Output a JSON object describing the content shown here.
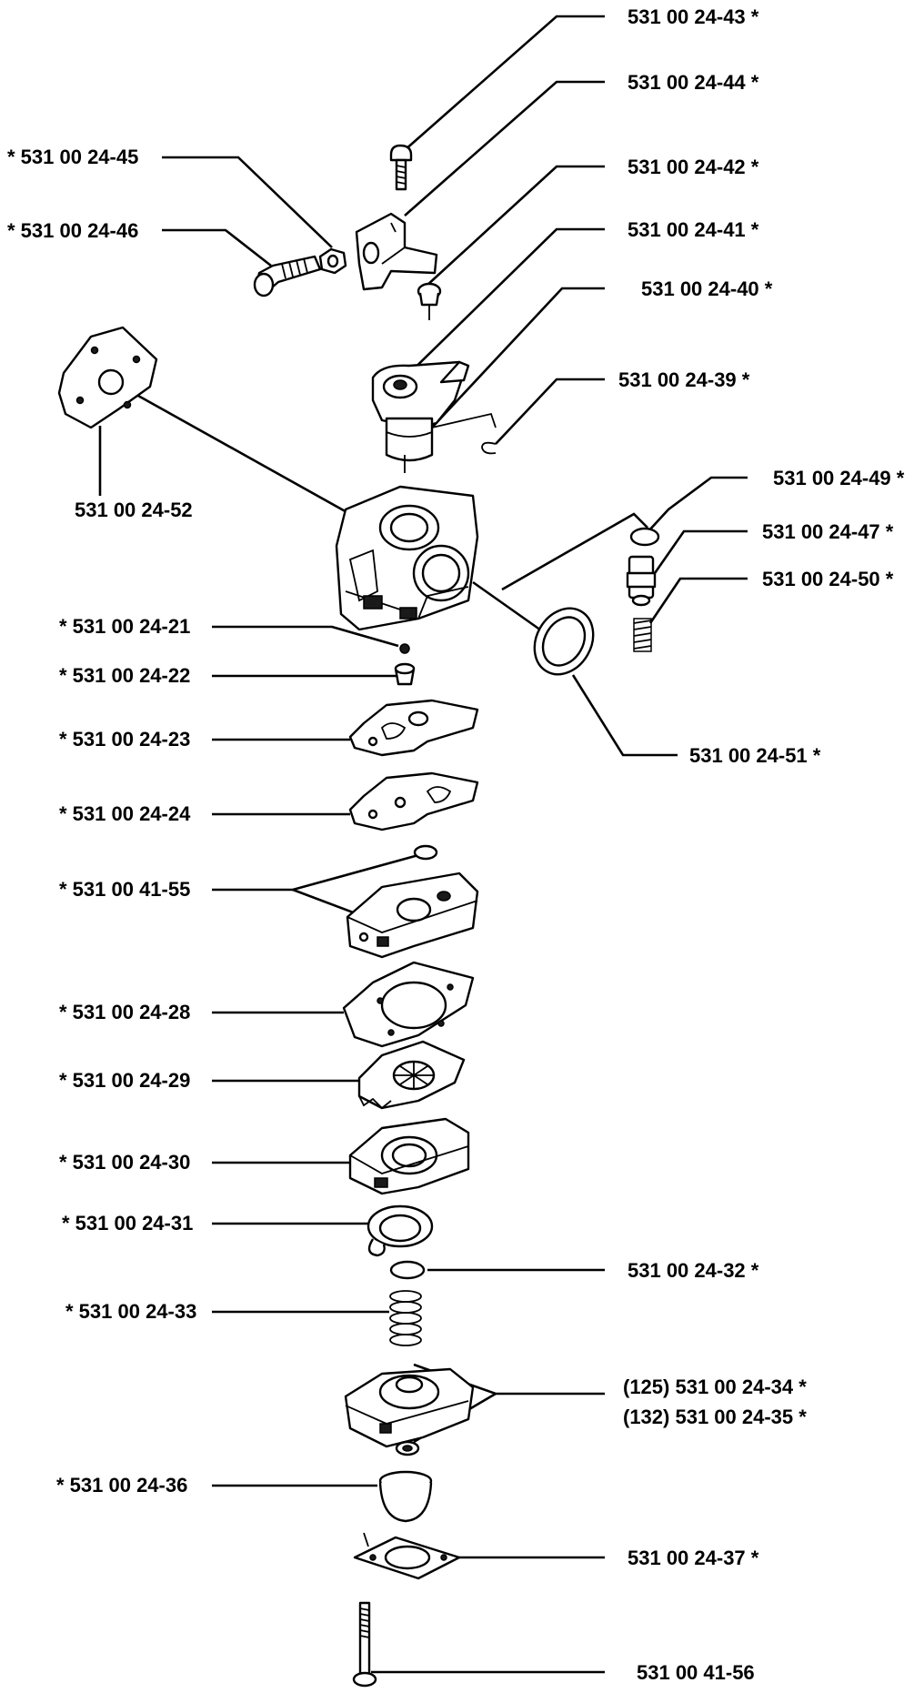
{
  "labels": {
    "p43": "531 00 24-43  *",
    "p44": "531 00 24-44  *",
    "p45": "*  531 00 24-45",
    "p42": "531 00 24-42  *",
    "p46": "*  531 00 24-46",
    "p41": "531 00 24-41  *",
    "p40": "531 00 24-40  *",
    "p39": "531 00 24-39  *",
    "p52": "531 00 24-52",
    "p49": "531 00 24-49  *",
    "p47": "531 00 24-47  *",
    "p50": "531 00 24-50  *",
    "p21": "*  531 00 24-21",
    "p22": "*  531 00 24-22",
    "p51": "531 00 24-51  *",
    "p23": "*  531 00 24-23",
    "p24": "*  531 00 24-24",
    "p4155": "*  531 00 41-55",
    "p28": "*  531 00 24-28",
    "p29": "*  531 00 24-29",
    "p30": "*  531 00 24-30",
    "p31": "*  531 00 24-31",
    "p32": "531 00 24-32  *",
    "p33": "*  531 00 24-33",
    "p34": "(125) 531 00 24-34  *",
    "p35": "(132) 531 00 24-35  *",
    "p36": "*  531 00 24-36",
    "p37": "531 00 24-37  *",
    "p4156": "531 00 41-56"
  }
}
